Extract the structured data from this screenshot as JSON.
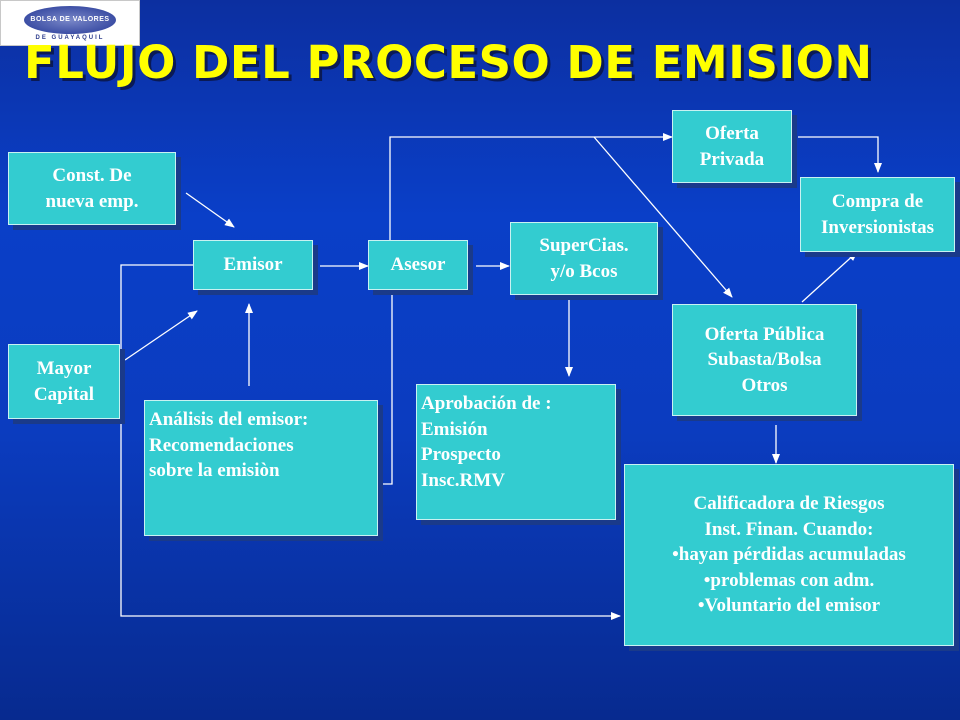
{
  "logo": {
    "mark_text": "BOLSA DE VALORES",
    "sub_text": "DE GUAYAQUIL"
  },
  "title": "FLUJO DEL PROCESO DE EMISION",
  "nodes": {
    "const_nueva_emp": {
      "lines": [
        "Const. De",
        "nueva emp."
      ]
    },
    "mayor_capital": {
      "lines": [
        "Mayor",
        "Capital"
      ]
    },
    "emisor": {
      "lines": [
        "Emisor"
      ]
    },
    "asesor": {
      "lines": [
        "Asesor"
      ]
    },
    "analisis": {
      "lines": [
        "Análisis del emisor:",
        "Recomendaciones",
        "sobre la emisiòn"
      ]
    },
    "supercias": {
      "lines": [
        "SuperCias.",
        "y/o Bcos"
      ]
    },
    "aprobacion": {
      "lines": [
        "Aprobación de :",
        "Emisión",
        "Prospecto",
        "Insc.RMV"
      ]
    },
    "oferta_privada": {
      "lines": [
        "Oferta",
        "Privada"
      ]
    },
    "compra": {
      "lines": [
        "Compra de",
        "Inversionistas"
      ]
    },
    "oferta_publica": {
      "lines": [
        "Oferta Pública",
        "Subasta/Bolsa",
        "Otros"
      ]
    },
    "calificadora": {
      "lines": [
        "Calificadora de Riesgos",
        "Inst. Finan. Cuando:",
        "•hayan pérdidas acumuladas",
        "•problemas con adm.",
        "•Voluntario del emisor"
      ]
    }
  },
  "colors": {
    "background": "#0b3cbf",
    "box_fill": "#33ccd0",
    "title": "#ffff00",
    "line": "#ffffff"
  }
}
